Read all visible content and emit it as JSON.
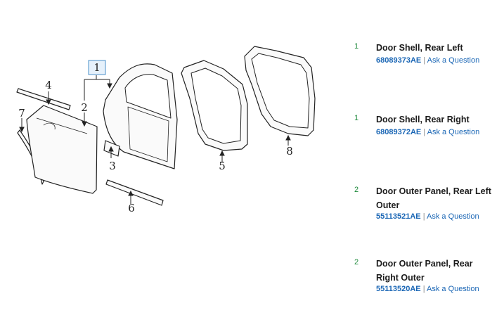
{
  "diagram": {
    "callouts": [
      "1",
      "2",
      "3",
      "4",
      "5",
      "6",
      "7",
      "8"
    ]
  },
  "parts": [
    {
      "qty": "1",
      "name": "Door Shell, Rear Left",
      "part_number": "68089373AE",
      "separator": "|",
      "ask": "Ask a Question"
    },
    {
      "qty": "1",
      "name": "Door Shell, Rear Right",
      "part_number": "68089372AE",
      "separator": "|",
      "ask": "Ask a Question"
    },
    {
      "qty": "2",
      "name": "Door Outer Panel, Rear Left Outer",
      "part_number": "55113521AE",
      "separator": "|",
      "ask": "Ask a Question"
    },
    {
      "qty": "2",
      "name": "Door Outer Panel, Rear Right Outer",
      "part_number": "55113520AE",
      "separator": "|",
      "ask": "Ask a Question"
    }
  ],
  "colors": {
    "qty": "#1f8a3c",
    "link": "#1a66b5",
    "callout_box": "#4a90c8"
  }
}
